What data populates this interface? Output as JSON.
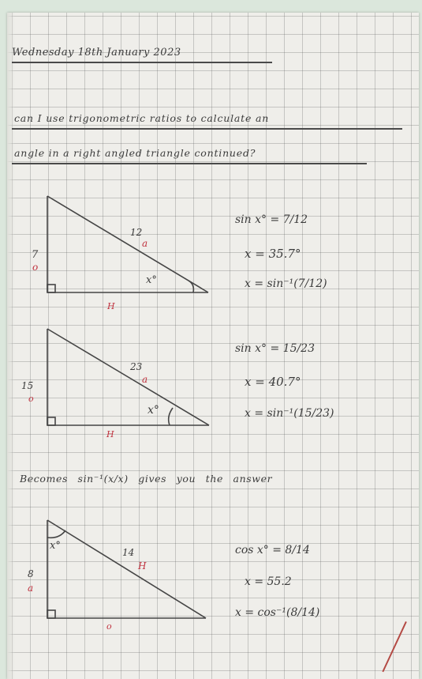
{
  "header": {
    "date": "Wednesday 18th January 2023",
    "title_line1": "can I use trigonometric ratios to calculate an",
    "title_line2": "angle in a right angled triangle continued?"
  },
  "triangle1": {
    "hyp": "12",
    "hyp_tag": "a",
    "opp": "7",
    "opp_tag": "o",
    "adj_tag": "H",
    "angle": "x°",
    "eq1": "sin x° = 7/12",
    "eq2": "x = 35.7°",
    "eq3": "x = sin⁻¹(7/12)"
  },
  "triangle2": {
    "hyp": "23",
    "hyp_tag": "a",
    "opp": "15",
    "opp_tag": "o",
    "adj_tag": "H",
    "angle": "x°",
    "eq1": "sin x° = 15/23",
    "eq2": "x = 40.7°",
    "eq3": "x = sin⁻¹(15/23)"
  },
  "note": {
    "text": "Becomes  sin⁻¹(x/x) gives you the answer"
  },
  "triangle3": {
    "hyp": "14",
    "hyp_tag": "H",
    "adj": "8",
    "adj_tag": "a",
    "opp_tag": "o",
    "angle": "x°",
    "eq1": "cos x° = 8/14",
    "eq2": "x = 55.2",
    "eq3": "x = cos⁻¹(8/14)"
  }
}
